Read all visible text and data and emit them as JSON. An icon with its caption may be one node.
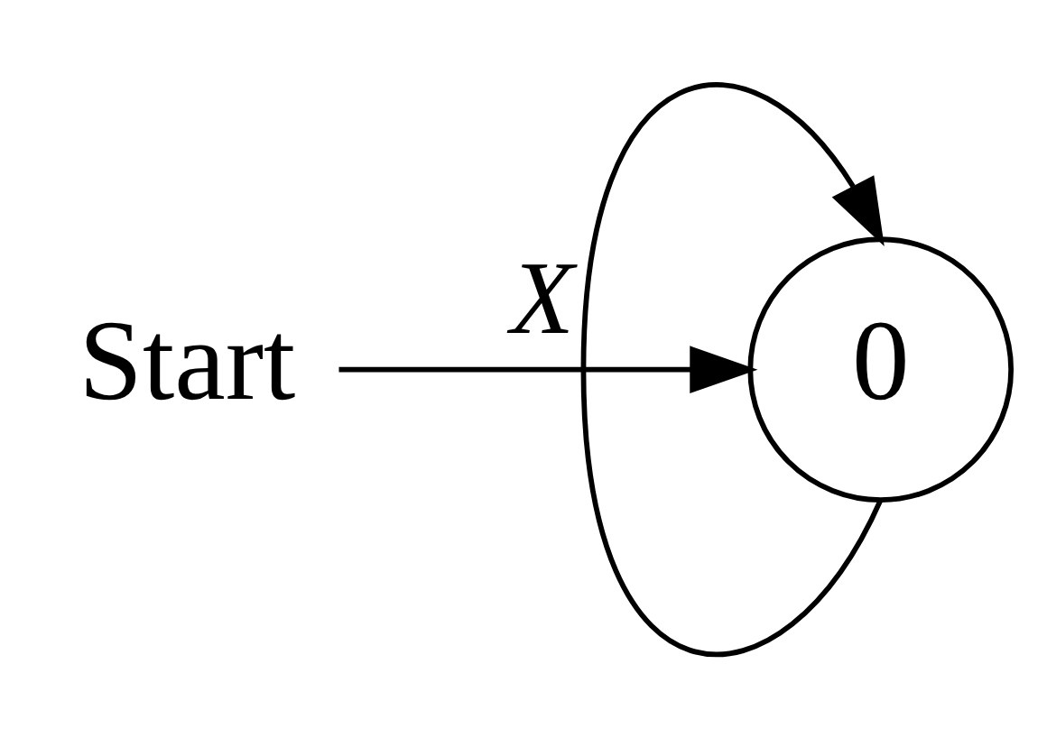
{
  "diagram": {
    "nodes": [
      {
        "text": [
          "Start"
        ]
      },
      {
        "text": [
          "0"
        ]
      }
    ],
    "edges": [
      {
        "from": 0,
        "to": 1,
        "arrow": "to",
        "label": "X"
      },
      {
        "from": 1,
        "to": 1,
        "arrow": "to"
      }
    ]
  }
}
